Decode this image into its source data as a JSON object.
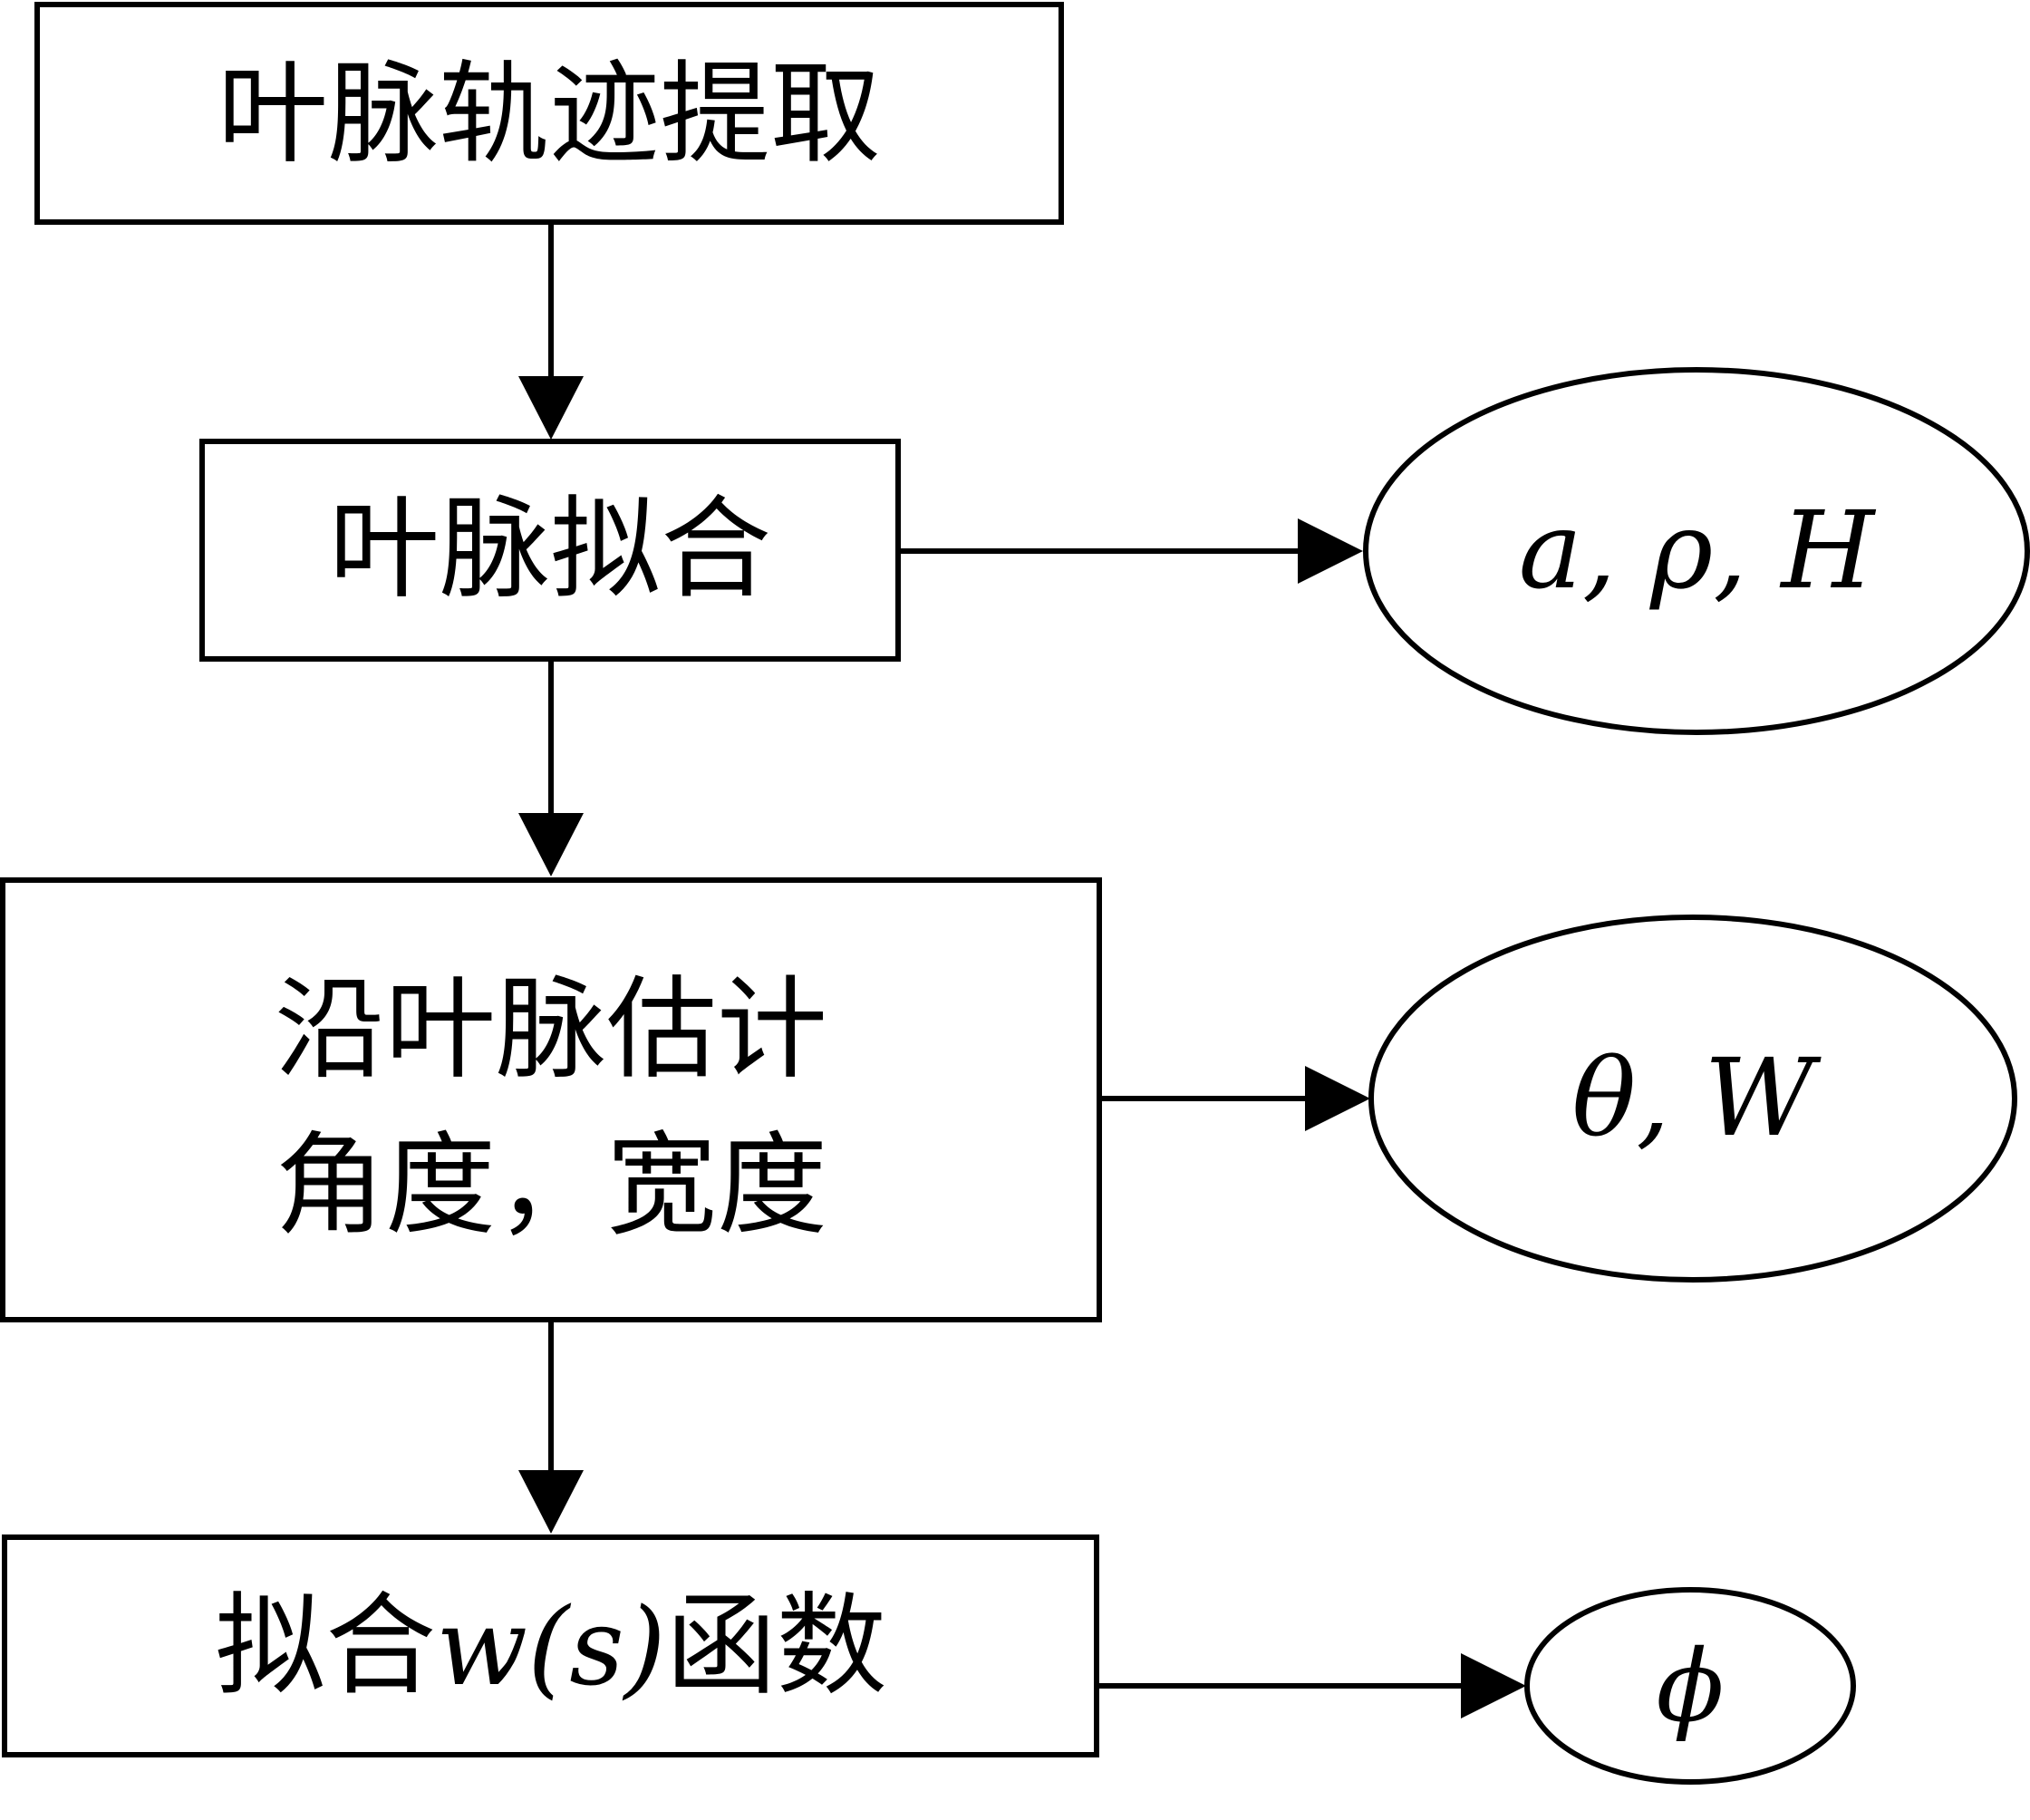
{
  "nodes": {
    "vein_trajectory_extraction": "叶脉轨迹提取",
    "vein_fitting": "叶脉拟合",
    "estimate_along_vein_line1": "沿叶脉估计",
    "estimate_along_vein_line2": "角度，宽度",
    "fit_w_prefix": "拟合",
    "fit_w_math": "w(s)",
    "fit_w_suffix": "函数"
  },
  "outputs": {
    "fitting_params": "a, ρ, H",
    "angle_width": "θ, W",
    "phi": "ϕ"
  }
}
